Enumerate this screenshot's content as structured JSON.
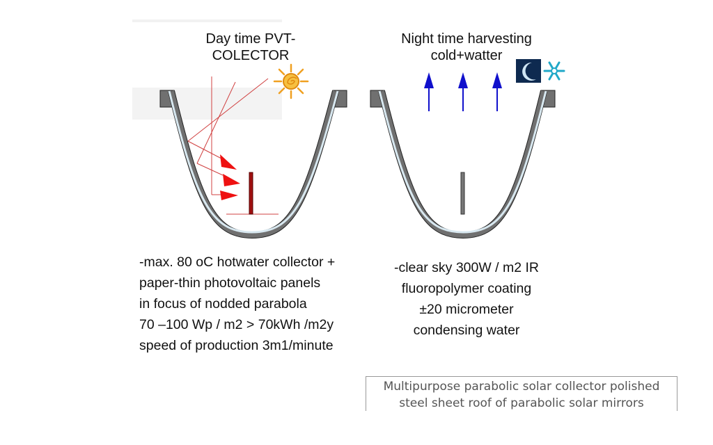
{
  "day": {
    "title_line1": "Day time PVT-",
    "title_line2": "COLECTOR",
    "description": [
      "-max. 80 oC hotwater collector +",
      "paper-thin photovoltaic panels",
      "in focus of nodded parabola",
      "70 –100 Wp / m2 > 70kWh /m2y",
      "speed of production 3m1/minute"
    ],
    "icon": "sun-icon"
  },
  "night": {
    "title_line1": "Night  time harvesting",
    "title_line2": "cold+watter",
    "description": [
      "-clear sky 300W / m2 IR",
      "fluoropolymer coating",
      "±20 micrometer",
      "condensing water"
    ],
    "icons": [
      "moon-icon",
      "snowflake-icon"
    ]
  },
  "caption": {
    "line1": "Multipurpose parabolic solar collector polished",
    "line2": "steel sheet roof of parabolic solar mirrors"
  },
  "colors": {
    "ray": "#d04040",
    "arrow_red": "#ee1111",
    "arrow_blue": "#1010cc",
    "trough": "#707070",
    "sun": "#f0a020",
    "snow": "#20a8c8",
    "moon_bg": "#0e2a50"
  }
}
